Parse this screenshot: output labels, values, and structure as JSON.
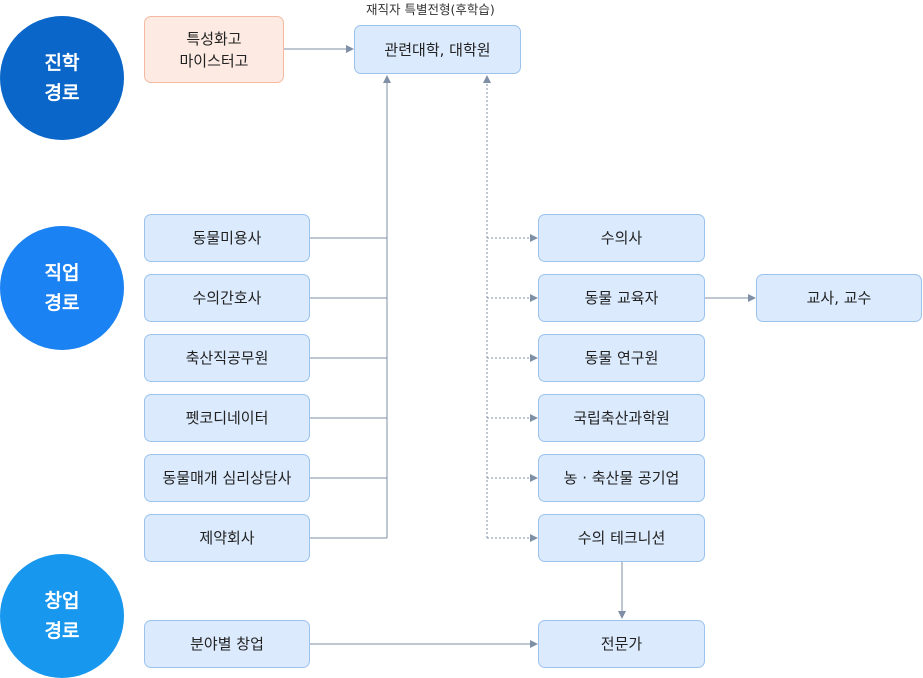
{
  "categories": {
    "advance": {
      "line1": "진학",
      "line2": "경로",
      "color": "#0a66c8"
    },
    "employ": {
      "line1": "직업",
      "line2": "경로",
      "color": "#1a82f2"
    },
    "startup": {
      "line1": "창업",
      "line2": "경로",
      "color": "#1897ee"
    }
  },
  "advance_sources": {
    "line1": "특성화고",
    "line2": "마이스터고"
  },
  "target_caption": "재직자 특별전형(후학습)",
  "target": "관련대학, 대학원",
  "jobs": [
    "동물미용사",
    "수의간호사",
    "축산직공무원",
    "펫코디네이터",
    "동물매개 심리상담사",
    "제약회사"
  ],
  "careers": [
    "수의사",
    "동물 교육자",
    "동물 연구원",
    "국립축산과학원",
    "농 · 축산물 공기업",
    "수의 테크니션"
  ],
  "educator_next": "교사, 교수",
  "startup_source": "분야별 창업",
  "expert": "전문가",
  "colors": {
    "box_fill": "#dbeafd",
    "box_border": "#9cc3ee",
    "peach_fill": "#fdebe3",
    "peach_border": "#f5b9a1",
    "line": "#7f8fa6"
  }
}
